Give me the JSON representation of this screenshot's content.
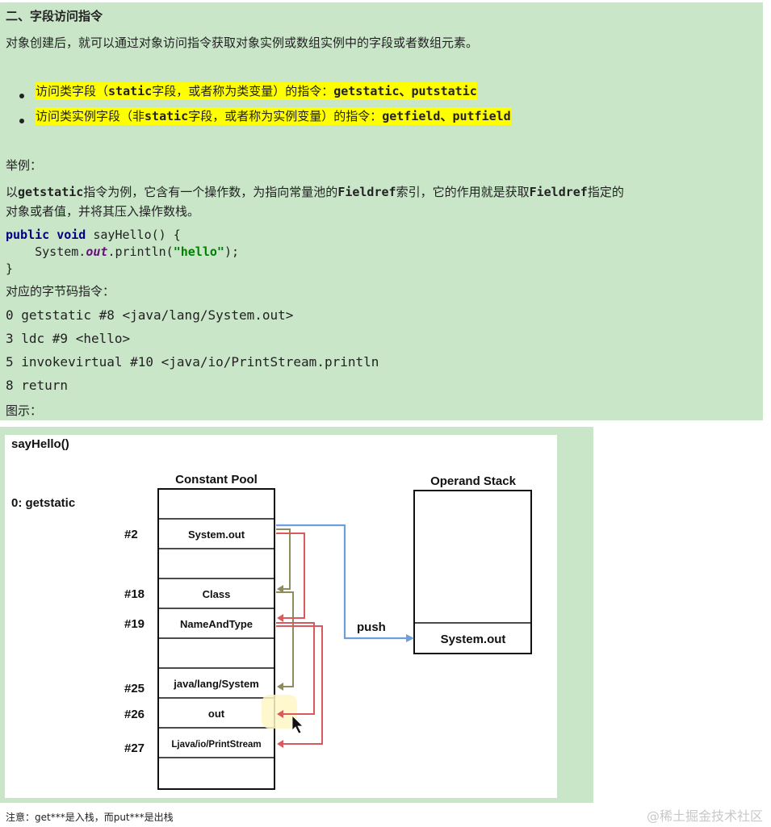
{
  "section": {
    "title": "二、字段访问指令",
    "intro": "对象创建后，就可以通过对象访问指令获取对象实例或数组实例中的字段或者数组元素。"
  },
  "bullets": [
    {
      "prefix": "访问类字段（",
      "kw1": "static",
      "mid": "字段，或者称为类变量）的指令：",
      "kw2": "getstatic、putstatic"
    },
    {
      "prefix": "访问类实例字段（非",
      "kw1": "static",
      "mid": "字段，或者称为实例变量）的指令：",
      "kw2": "getfield、putfield"
    }
  ],
  "example": {
    "label": "举例：",
    "desc_p1": "以",
    "desc_k1": "getstatic",
    "desc_p2": "指令为例，它含有一个操作数，为指向常量池的",
    "desc_k2": "Fieldref",
    "desc_p3": "索引，它的作用就是获取",
    "desc_k3": "Fieldref",
    "desc_p4": "指定的",
    "desc_line2": "对象或者值，并将其压入操作数栈。"
  },
  "code": {
    "kw_public": "public",
    "kw_void": "void",
    "sig": " sayHello() {",
    "indent": "    System.",
    "field": "out",
    "call": ".println(",
    "str": "\"hello\"",
    "end": ");",
    "close": "}"
  },
  "bytecode": {
    "label": "对应的字节码指令：",
    "lines": [
      "0 getstatic #8 <java/lang/System.out>",
      "3 ldc #9 <hello>",
      "5 invokevirtual #10 <java/io/PrintStream.println",
      "8 return"
    ]
  },
  "figure_label": "图示：",
  "diagram": {
    "method": "sayHello()",
    "instruction": "0: getstatic",
    "pool_title": "Constant Pool",
    "stack_title": "Operand Stack",
    "pool_cells": [
      "",
      "System.out",
      "",
      "Class",
      "NameAndType",
      "",
      "java/lang/System",
      "out",
      "Ljava/io/PrintStream",
      ""
    ],
    "indices": [
      "#2",
      "#18",
      "#19",
      "#25",
      "#26",
      "#27"
    ],
    "push_label": "push",
    "stack_value": "System.out",
    "colors": {
      "blue": "#6f9fd8",
      "red": "#d9595c",
      "olive": "#8c8c5e"
    }
  },
  "footnote": "注意：get***是入栈，而put***是出栈",
  "watermark": "@稀土掘金技术社区"
}
